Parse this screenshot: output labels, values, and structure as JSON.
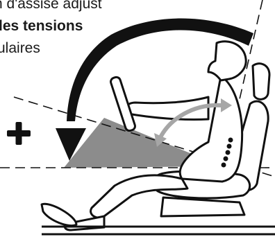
{
  "caption": {
    "line1": "n d'assise adjust",
    "line2": " les tensions",
    "line3": "ulaires"
  },
  "plus_symbol": "+",
  "colors": {
    "text": "#1a1a1a",
    "wedge": "#8c8c8c",
    "rotation_arrow": "#a6a6a6",
    "line_art": "#111111"
  }
}
